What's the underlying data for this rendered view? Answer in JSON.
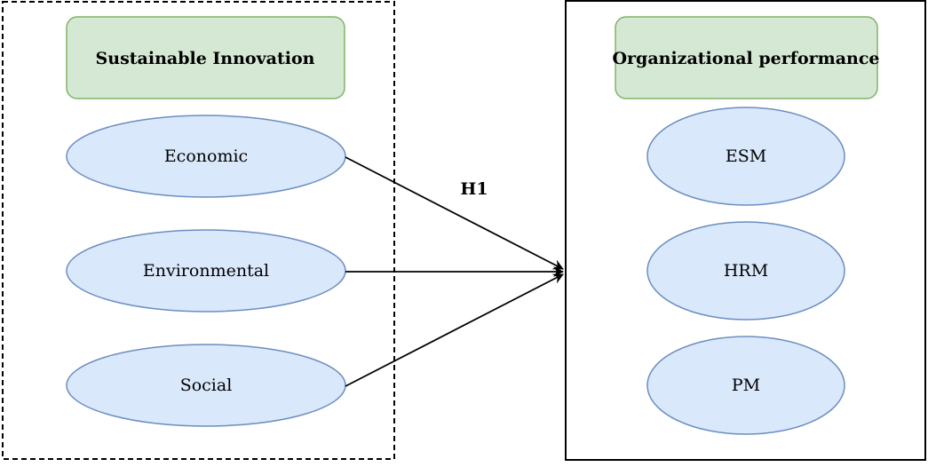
{
  "left_group": {
    "title": "Sustainable Innovation",
    "items": [
      "Economic",
      "Environmental",
      "Social"
    ]
  },
  "right_group": {
    "title": "Organizational performance",
    "items": [
      "ESM",
      "HRM",
      "PM"
    ]
  },
  "hypothesis_label": "H1",
  "colors": {
    "title_fill": "#d5e8d4",
    "title_stroke": "#82b366",
    "oval_fill": "#dae8fc",
    "oval_stroke": "#6c8ebf",
    "border": "#000000"
  }
}
